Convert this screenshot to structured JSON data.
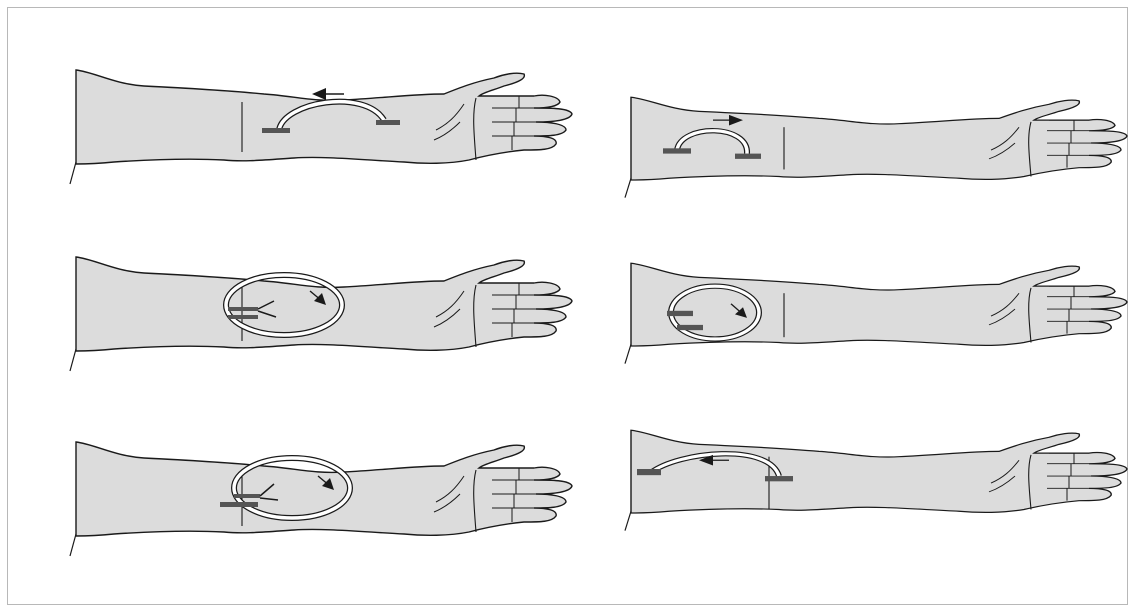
{
  "figure": {
    "background": "#ffffff",
    "border_color": "#b8b8b8",
    "arm_fill": "#dcdcdc",
    "line_color": "#1a1a1a",
    "loop_fill": "#ffffff",
    "connector_color": "#555555"
  },
  "panels": [
    {
      "side": "left",
      "row": 1,
      "forearm": "long",
      "loop": "arc",
      "arrow": "toward-elbow",
      "icon": "forearm-arc-loop-icon"
    },
    {
      "side": "right",
      "row": 1,
      "forearm": "long",
      "loop": "arc",
      "arrow": "toward-hand",
      "icon": "upper-arm-arc-loop-icon"
    },
    {
      "side": "left",
      "row": 2,
      "forearm": "long",
      "loop": "ellipse",
      "arrow": "clockwise",
      "icon": "forearm-loop-graft-icon"
    },
    {
      "side": "right",
      "row": 2,
      "forearm": "long",
      "loop": "ellipse",
      "arrow": "clockwise",
      "icon": "upper-arm-loop-graft-icon"
    },
    {
      "side": "left",
      "row": 3,
      "forearm": "long",
      "loop": "ellipse",
      "arrow": "clockwise",
      "icon": "forearm-loop-graft-alt-icon"
    },
    {
      "side": "right",
      "row": 3,
      "forearm": "long",
      "loop": "arc",
      "arrow": "toward-shoulder",
      "icon": "upper-arm-straight-graft-icon"
    }
  ]
}
